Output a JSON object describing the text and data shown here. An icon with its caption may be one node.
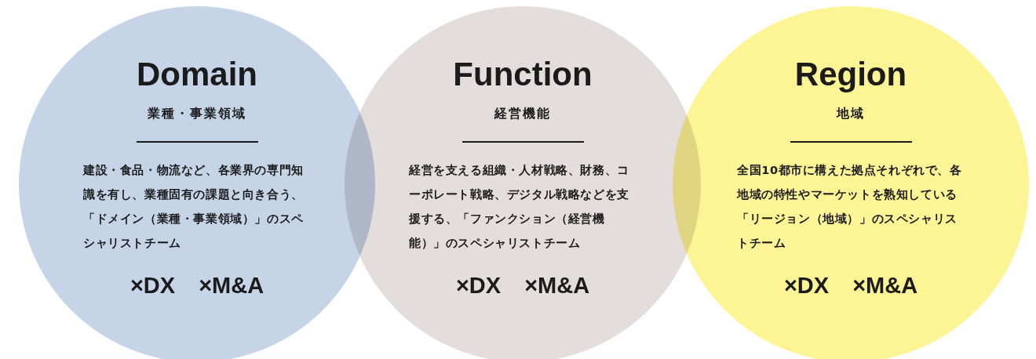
{
  "diagram": {
    "nodes": [
      {
        "text": [
          "Domain",
          "業種・事業領域",
          "建設・食品・物流など、各業界の専門知識を有し、業種固有の課題と向き合う、「ドメイン（業種・事業領域）」のスペシャリストチーム",
          "×DX",
          "×M&A"
        ]
      },
      {
        "text": [
          "Function",
          "経営機能",
          "経営を支える組織・人材戦略、財務、コーポレート戦略、デジタル戦略などを支援する、「ファンクション（経営機能）」のスペシャリストチーム",
          "×DX",
          "×M&A"
        ]
      },
      {
        "text": [
          "Region",
          "地域",
          "全国10都市に構えた拠点それぞれで、各地域の特性やマーケットを熟知している「リージョン（地域）」のスペシャリストチーム",
          "×DX",
          "×M&A"
        ]
      }
    ]
  }
}
